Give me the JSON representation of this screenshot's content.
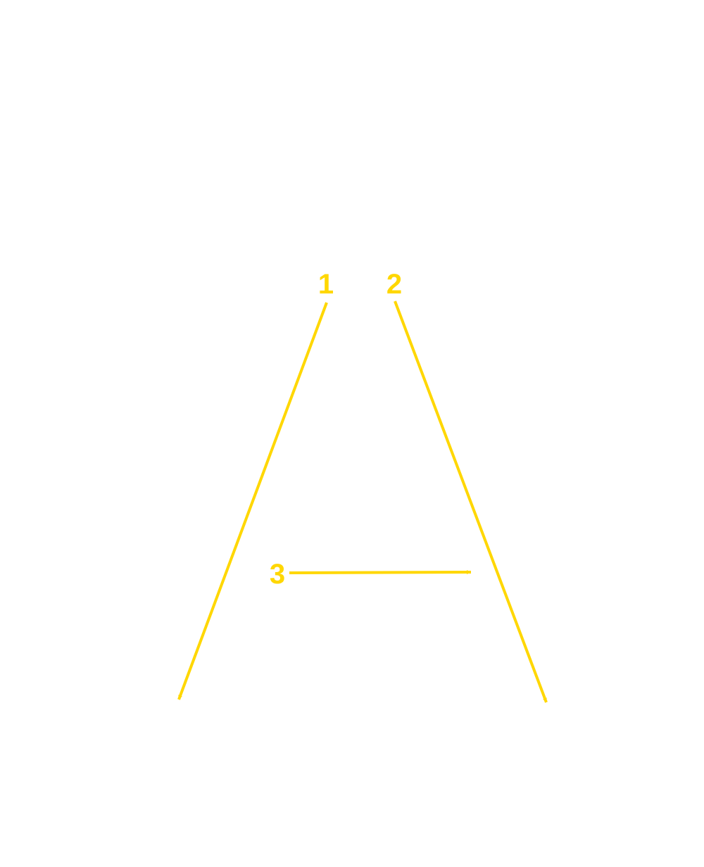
{
  "diagram": {
    "stroke_color": "#FFD700",
    "background_color": "#FFFFFF",
    "strokes": [
      {
        "number": "1",
        "direction": "down-left"
      },
      {
        "number": "2",
        "direction": "down-right"
      },
      {
        "number": "3",
        "direction": "right"
      }
    ]
  }
}
